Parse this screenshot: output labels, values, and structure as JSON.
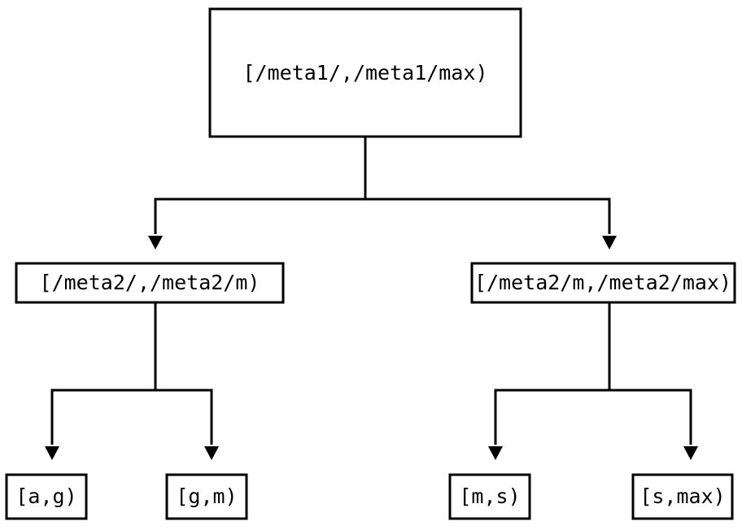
{
  "diagram": {
    "type": "tree",
    "title": "",
    "background_color": "#ffffff",
    "stroke_color": "#000000",
    "text_color": "#000000",
    "nodes": {
      "root": {
        "label": "[/meta1/,/meta1/max)"
      },
      "mid_left": {
        "label": "[/meta2/,/meta2/m)"
      },
      "mid_right": {
        "label": "[/meta2/m,/meta2/max)"
      },
      "leaf_1": {
        "label": "[a,g)"
      },
      "leaf_2": {
        "label": "[g,m)"
      },
      "leaf_3": {
        "label": "[m,s)"
      },
      "leaf_4": {
        "label": "[s,max)"
      }
    },
    "edges": [
      {
        "from": "root",
        "to": "mid_left",
        "arrow": "triangle-down"
      },
      {
        "from": "root",
        "to": "mid_right",
        "arrow": "triangle-down"
      },
      {
        "from": "mid_left",
        "to": "leaf_1",
        "arrow": "triangle-down"
      },
      {
        "from": "mid_left",
        "to": "leaf_2",
        "arrow": "triangle-down"
      },
      {
        "from": "mid_right",
        "to": "leaf_3",
        "arrow": "triangle-down"
      },
      {
        "from": "mid_right",
        "to": "leaf_4",
        "arrow": "triangle-down"
      }
    ]
  }
}
